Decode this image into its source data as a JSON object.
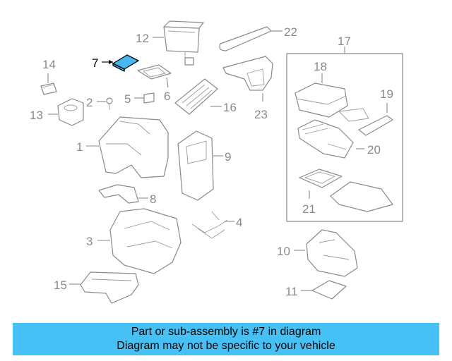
{
  "diagram": {
    "callouts": [
      "1",
      "2",
      "3",
      "4",
      "5",
      "6",
      "7",
      "8",
      "9",
      "10",
      "11",
      "12",
      "13",
      "14",
      "15",
      "16",
      "17",
      "18",
      "19",
      "20",
      "21",
      "22",
      "23"
    ],
    "highlighted_part": "7",
    "colors": {
      "highlight": "#46b7ef",
      "banner": "#46c1f5",
      "linework": "#8a8a8a"
    }
  },
  "banner": {
    "line1": "Part or sub-assembly is #7 in diagram",
    "line2": "Diagram may not be specific to your vehicle"
  }
}
